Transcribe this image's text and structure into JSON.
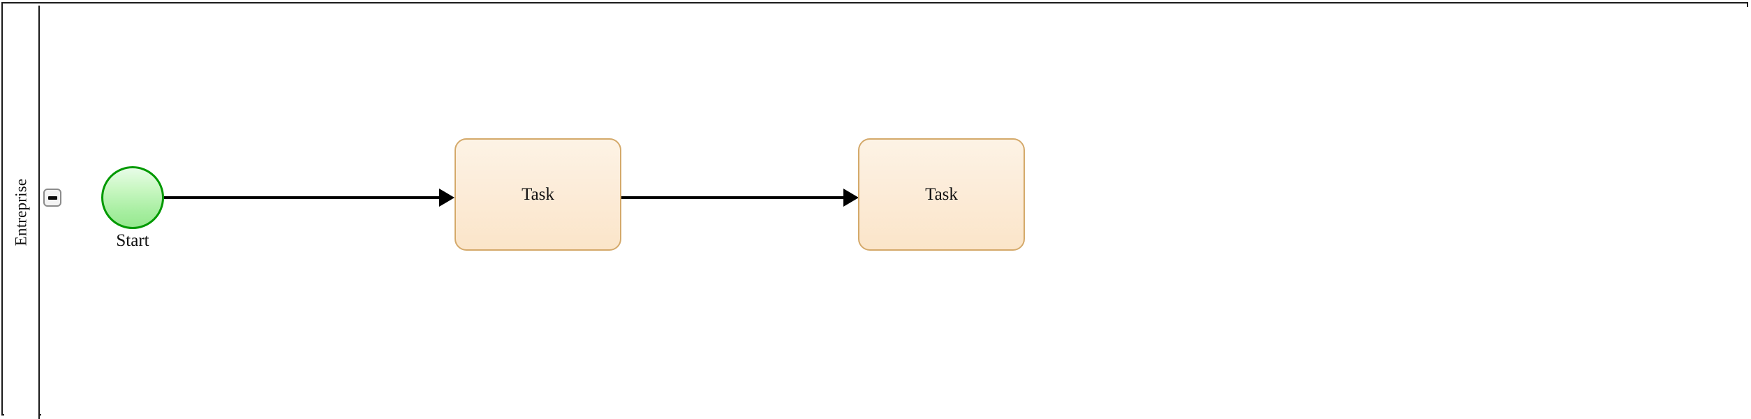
{
  "diagram": {
    "type": "bpmn-process",
    "pool": {
      "lane": {
        "name": "lane-entreprise",
        "label": "Entreprise",
        "collapse_toggle": {
          "icon": "minus-icon",
          "state": "expanded",
          "label": "−"
        }
      }
    },
    "nodes": [
      {
        "id": "start-event",
        "type": "start-event",
        "label": "Start",
        "shape": "circle",
        "fill": "#c9f7c2",
        "stroke": "#009900"
      },
      {
        "id": "task-1",
        "type": "task",
        "label": "Task",
        "shape": "rounded-rect",
        "fill": "#fbe5c9",
        "stroke": "#d4a96a"
      },
      {
        "id": "task-2",
        "type": "task",
        "label": "Task",
        "shape": "rounded-rect",
        "fill": "#fbe5c9",
        "stroke": "#d4a96a"
      }
    ],
    "flows": [
      {
        "id": "flow-1",
        "from": "start-event",
        "to": "task-1",
        "type": "sequence-flow"
      },
      {
        "id": "flow-2",
        "from": "task-1",
        "to": "task-2",
        "type": "sequence-flow"
      }
    ],
    "colors": {
      "pool_border": "#1a1a1a",
      "canvas_background": "#ffffff",
      "flow_stroke": "#000000",
      "start_fill": "#c9f7c2",
      "start_stroke": "#009900",
      "task_fill": "#fbe5c9",
      "task_stroke": "#d4a96a",
      "toggle_fill": "#f4f4f4",
      "toggle_border": "#8b8b8b"
    }
  }
}
